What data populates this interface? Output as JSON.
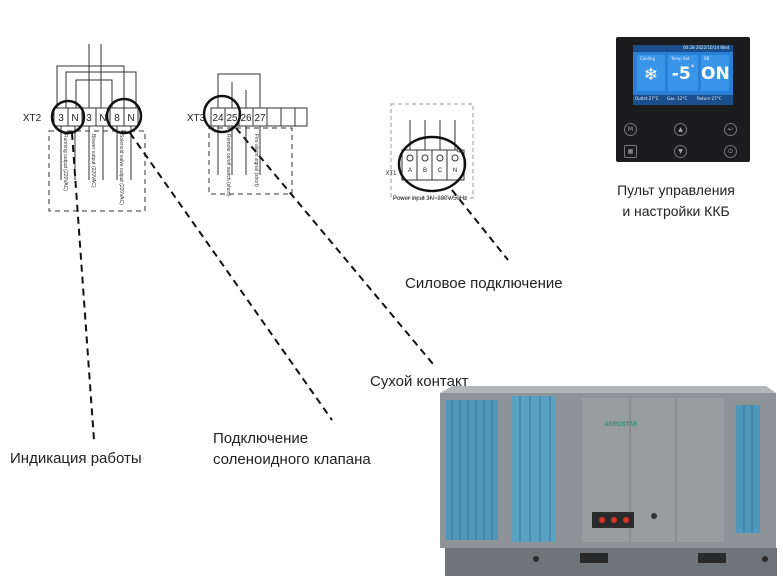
{
  "wiring": {
    "xt2": {
      "label": "XT2",
      "terminals": [
        "3",
        "N",
        "3",
        "N",
        "8",
        "N"
      ],
      "outputs": [
        "Running output (220VAC)",
        "Blower output (220VAC)",
        "Solenoid valve output (220VAC)"
      ]
    },
    "xt3": {
      "label": "XT3",
      "terminals": [
        "24",
        "25",
        "26",
        "27"
      ],
      "outputs": [
        "Remote on/off switch (short)",
        "Fire alarm signal (short)"
      ]
    },
    "xt1": {
      "label": "XT1",
      "terminals": [
        "A",
        "B",
        "C",
        "N"
      ],
      "caption": "Power input 3N~380V/50Hz"
    }
  },
  "labels": {
    "operation_indication": "Индикация работы",
    "solenoid_valve_line1": "Подключение",
    "solenoid_valve_line2": "соленоидного клапана",
    "dry_contact": "Сухой контакт",
    "power_connection": "Силовое подключение",
    "controller_caption_line1": "Пульт управления",
    "controller_caption_line2": "и настройки ККБ"
  },
  "controller": {
    "header": "00:28 2022/10/14 Wed",
    "mode_label": "Cooling",
    "temp_label": "Temp Set",
    "temp_value": "-5",
    "temp_unit": "°",
    "status_label": "SB",
    "status_value": "ON",
    "footer": [
      "Outlet 27°C",
      "Gas -12°C",
      "Return 27°C"
    ]
  },
  "unit": {
    "brand": "AEROSTAR",
    "body_color": "#8e9397",
    "coil_color": "#4f97ba",
    "accent_color": "#d23524"
  }
}
